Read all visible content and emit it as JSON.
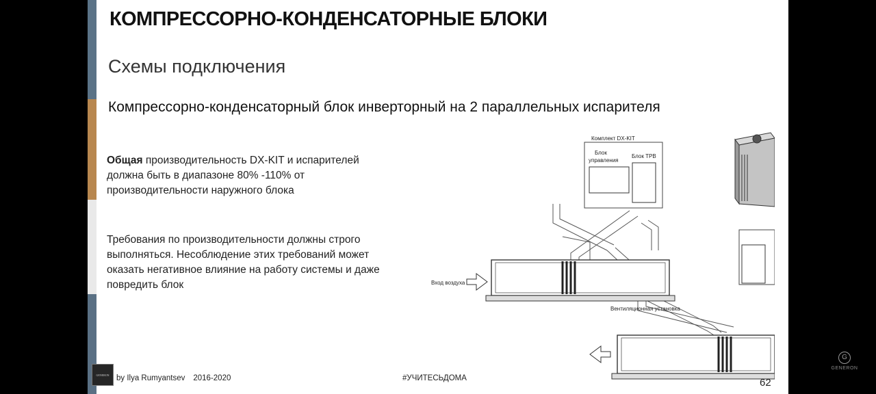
{
  "slide": {
    "title": "КОМПРЕССОРНО-КОНДЕНСАТОРНЫЕ БЛОКИ",
    "subtitle": "Схемы подключения",
    "heading": "Компрессорно-конденсаторный блок инверторный на 2 параллельных испарителя",
    "paragraph1_bold": "Общая",
    "paragraph1_rest": " производительность DX-KIT и испарителей должна быть в диапазоне 80% -110% от производительности наружного блока",
    "paragraph2": "Требования по производительности должны строго выполняться. Несоблюдение этих требований может оказать негативное влияние на работу системы и даже повредить блок"
  },
  "diagram": {
    "kit_label": "Комплект DX-KIT",
    "control_block_label_line1": "Блок",
    "control_block_label_line2": "управления",
    "trv_block_label": "Блок ТРВ",
    "air_inlet_label": "Вход воздуха",
    "ventilation_label": "Вентиляционная установка"
  },
  "footer": {
    "logo_text": "GENERON",
    "author": "by Ilya Rumyantsev",
    "years": "2016-2020",
    "hashtag": "#УЧИТЕСЬДОМА",
    "page_number": "62"
  },
  "watermark": {
    "text": "GENERON"
  },
  "colors": {
    "stripe_top": "#5b7387",
    "stripe_orange": "#b8874f",
    "stripe_light": "#e9e9e9",
    "stripe_bottom": "#5a7084"
  }
}
